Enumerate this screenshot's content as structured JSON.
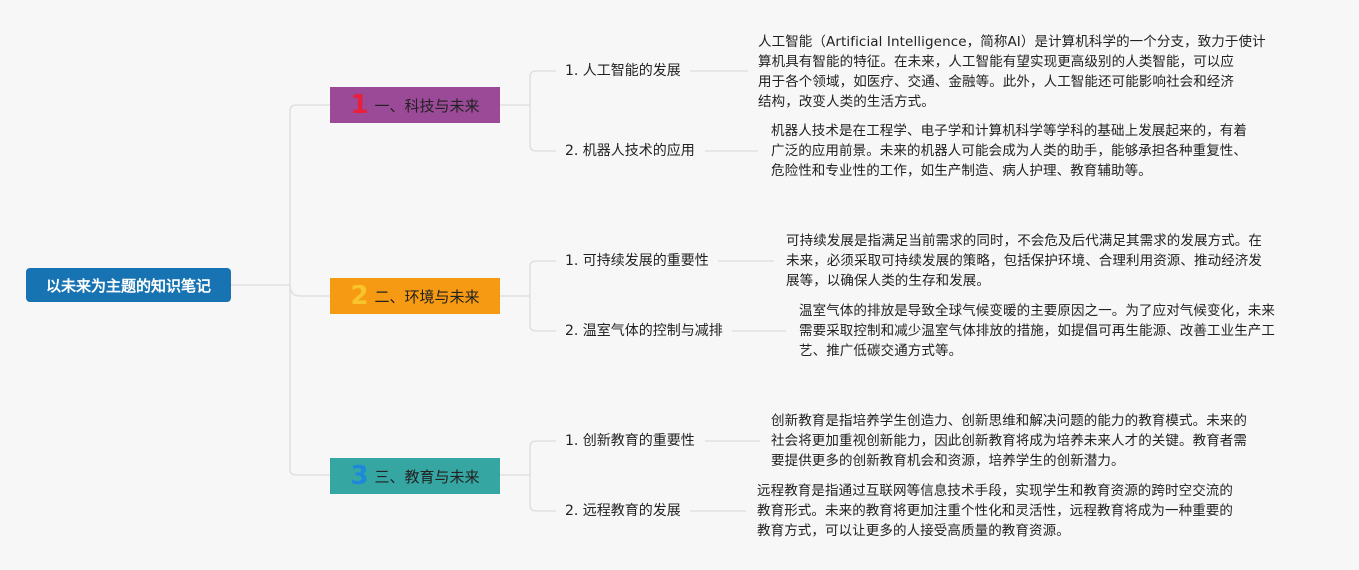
{
  "root": {
    "title": "以未来为主题的知识笔记",
    "color": "#1873b3"
  },
  "branches": [
    {
      "number": "1",
      "number_color": "#e8203b",
      "label": "一、科技与未来",
      "color": "#9b4a98",
      "items": [
        {
          "title": "1. 人工智能的发展",
          "lines": [
            "人工智能（Artificial Intelligence，简称AI）是计算机科学的一个分支，致力于使计",
            "算机具有智能的特征。在未来，人工智能有望实现更高级别的人类智能，可以应",
            "用于各个领域，如医疗、交通、金融等。此外，人工智能还可能影响社会和经济",
            "结构，改变人类的生活方式。"
          ]
        },
        {
          "title": "2. 机器人技术的应用",
          "lines": [
            "机器人技术是在工程学、电子学和计算机科学等学科的基础上发展起来的，有着",
            "广泛的应用前景。未来的机器人可能会成为人类的助手，能够承担各种重复性、",
            "危险性和专业性的工作，如生产制造、病人护理、教育辅助等。"
          ]
        }
      ]
    },
    {
      "number": "2",
      "number_color": "#f8c52c",
      "label": "二、环境与未来",
      "color": "#f59a12",
      "items": [
        {
          "title": "1. 可持续发展的重要性",
          "lines": [
            "可持续发展是指满足当前需求的同时，不会危及后代满足其需求的发展方式。在",
            "未来，必须采取可持续发展的策略，包括保护环境、合理利用资源、推动经济发",
            "展等，以确保人类的生存和发展。"
          ]
        },
        {
          "title": "2. 温室气体的控制与减排",
          "lines": [
            "温室气体的排放是导致全球气候变暖的主要原因之一。为了应对气候变化，未来",
            "需要采取控制和减少温室气体排放的措施，如提倡可再生能源、改善工业生产工",
            "艺、推广低碳交通方式等。"
          ]
        }
      ]
    },
    {
      "number": "3",
      "number_color": "#1e88d8",
      "label": "三、教育与未来",
      "color": "#36a6a3",
      "items": [
        {
          "title": "1. 创新教育的重要性",
          "lines": [
            "创新教育是指培养学生创造力、创新思维和解决问题的能力的教育模式。未来的",
            "社会将更加重视创新能力，因此创新教育将成为培养未来人才的关键。教育者需",
            "要提供更多的创新教育机会和资源，培养学生的创新潜力。"
          ]
        },
        {
          "title": "2. 远程教育的发展",
          "lines": [
            "远程教育是指通过互联网等信息技术手段，实现学生和教育资源的跨时空交流的",
            "教育形式。未来的教育将更加注重个性化和灵活性，远程教育将成为一种重要的",
            "教育方式，可以让更多的人接受高质量的教育资源。"
          ]
        }
      ]
    }
  ]
}
